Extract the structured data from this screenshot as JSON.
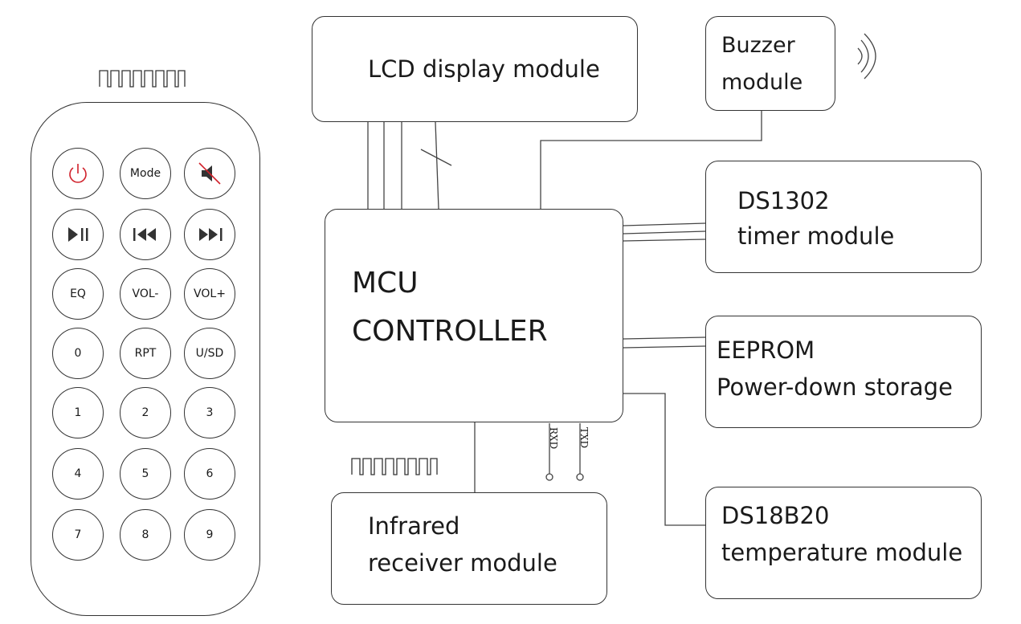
{
  "colors": {
    "stroke": "#333333",
    "power_accent": "#d0202a",
    "text": "#1a1a1a"
  },
  "modules": {
    "lcd": "LCD display module",
    "buzzer_line1": "Buzzer",
    "buzzer_line2": "module",
    "mcu_line1": "MCU",
    "mcu_line2": "CONTROLLER",
    "ds1302_line1": "DS1302",
    "ds1302_line2": "timer module",
    "eeprom_line1": "EEPROM",
    "eeprom_line2": "Power-down storage",
    "ds18b20_line1": "DS18B20",
    "ds18b20_line2": "temperature module",
    "infrared_line1": "Infrared",
    "infrared_line2": "receiver module"
  },
  "pins": {
    "rxd": "RXD",
    "txd": "TXD"
  },
  "remote": {
    "keys": [
      {
        "name": "power-button",
        "label": "",
        "icon": "power-icon"
      },
      {
        "name": "mode-button",
        "label": "Mode",
        "icon": ""
      },
      {
        "name": "mute-button",
        "label": "",
        "icon": "mute-icon"
      },
      {
        "name": "play-pause-button",
        "label": "",
        "icon": "play-pause-icon"
      },
      {
        "name": "previous-button",
        "label": "",
        "icon": "previous-icon"
      },
      {
        "name": "next-button",
        "label": "",
        "icon": "next-icon"
      },
      {
        "name": "eq-button",
        "label": "EQ",
        "icon": ""
      },
      {
        "name": "vol-down-button",
        "label": "VOL-",
        "icon": ""
      },
      {
        "name": "vol-up-button",
        "label": "VOL+",
        "icon": ""
      },
      {
        "name": "key-0-button",
        "label": "0",
        "icon": ""
      },
      {
        "name": "rpt-button",
        "label": "RPT",
        "icon": ""
      },
      {
        "name": "usd-button",
        "label": "U/SD",
        "icon": ""
      },
      {
        "name": "key-1-button",
        "label": "1",
        "icon": ""
      },
      {
        "name": "key-2-button",
        "label": "2",
        "icon": ""
      },
      {
        "name": "key-3-button",
        "label": "3",
        "icon": ""
      },
      {
        "name": "key-4-button",
        "label": "4",
        "icon": ""
      },
      {
        "name": "key-5-button",
        "label": "5",
        "icon": ""
      },
      {
        "name": "key-6-button",
        "label": "6",
        "icon": ""
      },
      {
        "name": "key-7-button",
        "label": "7",
        "icon": ""
      },
      {
        "name": "key-8-button",
        "label": "8",
        "icon": ""
      },
      {
        "name": "key-9-button",
        "label": "9",
        "icon": ""
      }
    ]
  }
}
